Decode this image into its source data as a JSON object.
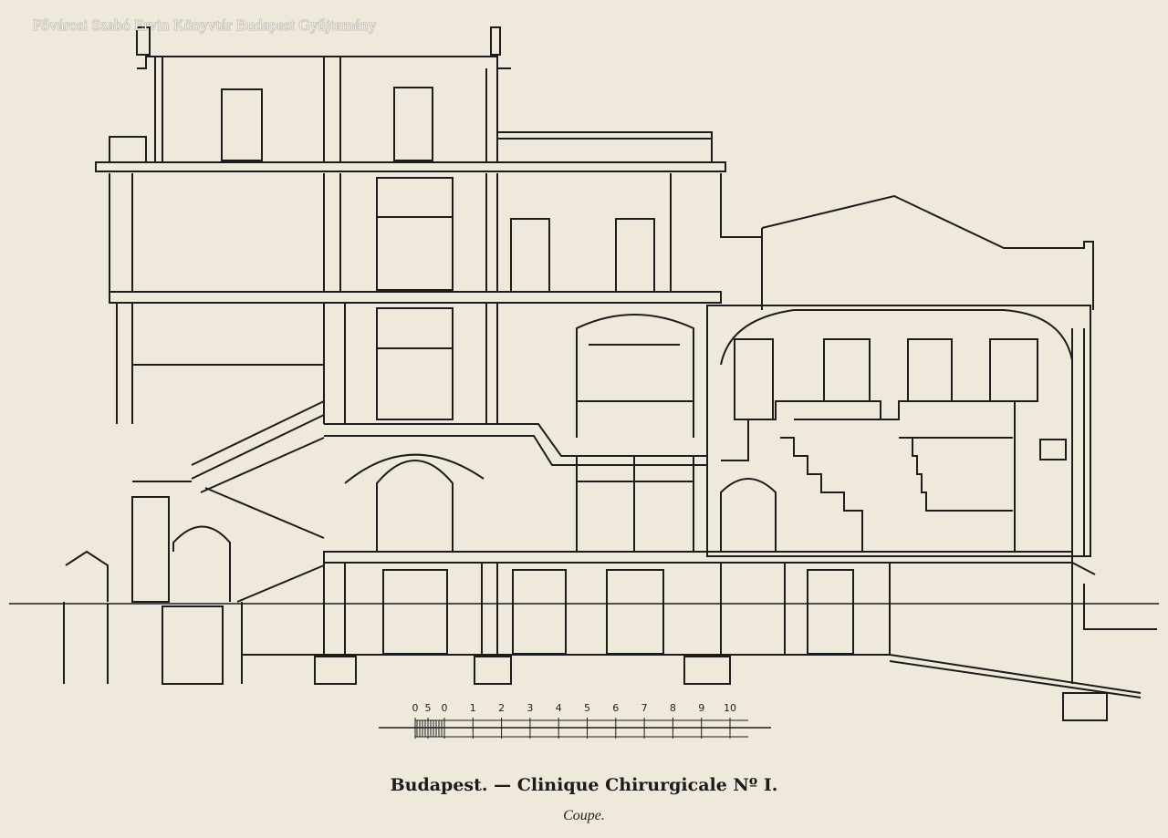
{
  "watermark": "Fővárosi Szabó Ervin Könyvtár Budapest Gyűjtemény",
  "title": "Budapest. — Clinique Chirurgicale Nº I.",
  "subtitle": "Coupe.",
  "scale_bar": {
    "labels": [
      "0",
      "5",
      "0",
      "1",
      "2",
      "3",
      "4",
      "5",
      "6",
      "7",
      "8",
      "9",
      "10"
    ]
  },
  "colors": {
    "paper": "#eee9da",
    "ink": "#1c1c1c"
  }
}
